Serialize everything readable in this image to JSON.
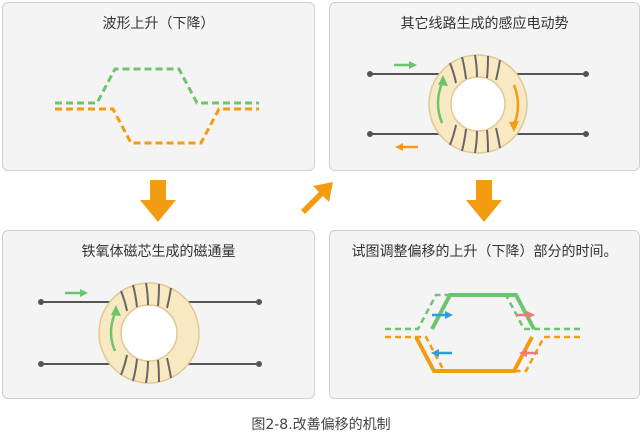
{
  "panels": {
    "top_left": {
      "title": "波形上升（下降）"
    },
    "top_right": {
      "title": "其它线路生成的感应电动势"
    },
    "bottom_left": {
      "title": "铁氧体磁芯生成的磁通量"
    },
    "bottom_right": {
      "title": "试图调整偏移的上升（下降）部分的时间。"
    }
  },
  "caption": "图2-8.改善偏移的机制",
  "colors": {
    "panel_bg": "#f4f4f4",
    "panel_border": "#cfcfcf",
    "green": "#6cc46c",
    "orange": "#f39c12",
    "flow_arrow": "#f39c12",
    "ferrite_fill": "#f9e9c2",
    "ferrite_stroke": "#e0c893",
    "wire": "#555555",
    "blue_arrow": "#2b9fd8",
    "pink_arrow": "#f07a7a"
  },
  "icons": {
    "flow": "orange-block-arrow-icon",
    "ferrite": "ferrite-core-icon",
    "current": "current-direction-arrow-icon"
  }
}
